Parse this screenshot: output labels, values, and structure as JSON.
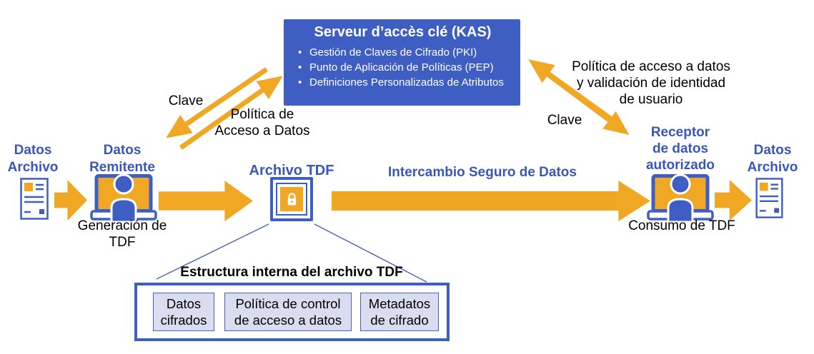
{
  "diagram": {
    "kas": {
      "title": "Serveur d’accès clé (KAS)",
      "bullets": [
        "Gestión de Claves de Cifrado (PKI)",
        "Punto de Aplicación de Políticas (PEP)",
        "Definiciones Personalizadas de Atributos"
      ]
    },
    "source": {
      "file_label": "Datos\nArchivo",
      "sender_label": "Datos\nRemitente",
      "process_label": "Generación de TDF"
    },
    "left_exchange": {
      "key_label": "Clave",
      "policy_label": "Política de\nAcceso a Datos"
    },
    "tdf": {
      "label": "Archivo TDF"
    },
    "transfer": {
      "label": "Intercambio Seguro de Datos"
    },
    "right_exchange": {
      "policy_label": "Política de acceso a datos\ny validación de identidad\nde usuario",
      "key_label": "Clave"
    },
    "destination": {
      "receiver_label": "Receptor\nde datos\nautorizado",
      "process_label": "Consumo de TDF",
      "file_label": "Datos\nArchivo"
    },
    "structure": {
      "title": "Estructura interna del archivo TDF",
      "items": [
        "Datos\ncifrados",
        "Política de control\nde acceso a datos",
        "Metadatos\nde cifrado"
      ]
    },
    "icons": {
      "document-icon": "document with text lines",
      "computer-user-icon": "person at computer",
      "tdf-lock-icon": "nested squares with padlock",
      "flow-arrow": "orange block arrow",
      "exchange-arrows": "paired diagonal orange arrows"
    },
    "colors": {
      "accent_blue": "#3F5EC4",
      "heading_blue": "#3A57B8",
      "orange": "#F0A824",
      "panel_lavender": "#DADDF0",
      "text_black": "#000000"
    }
  }
}
